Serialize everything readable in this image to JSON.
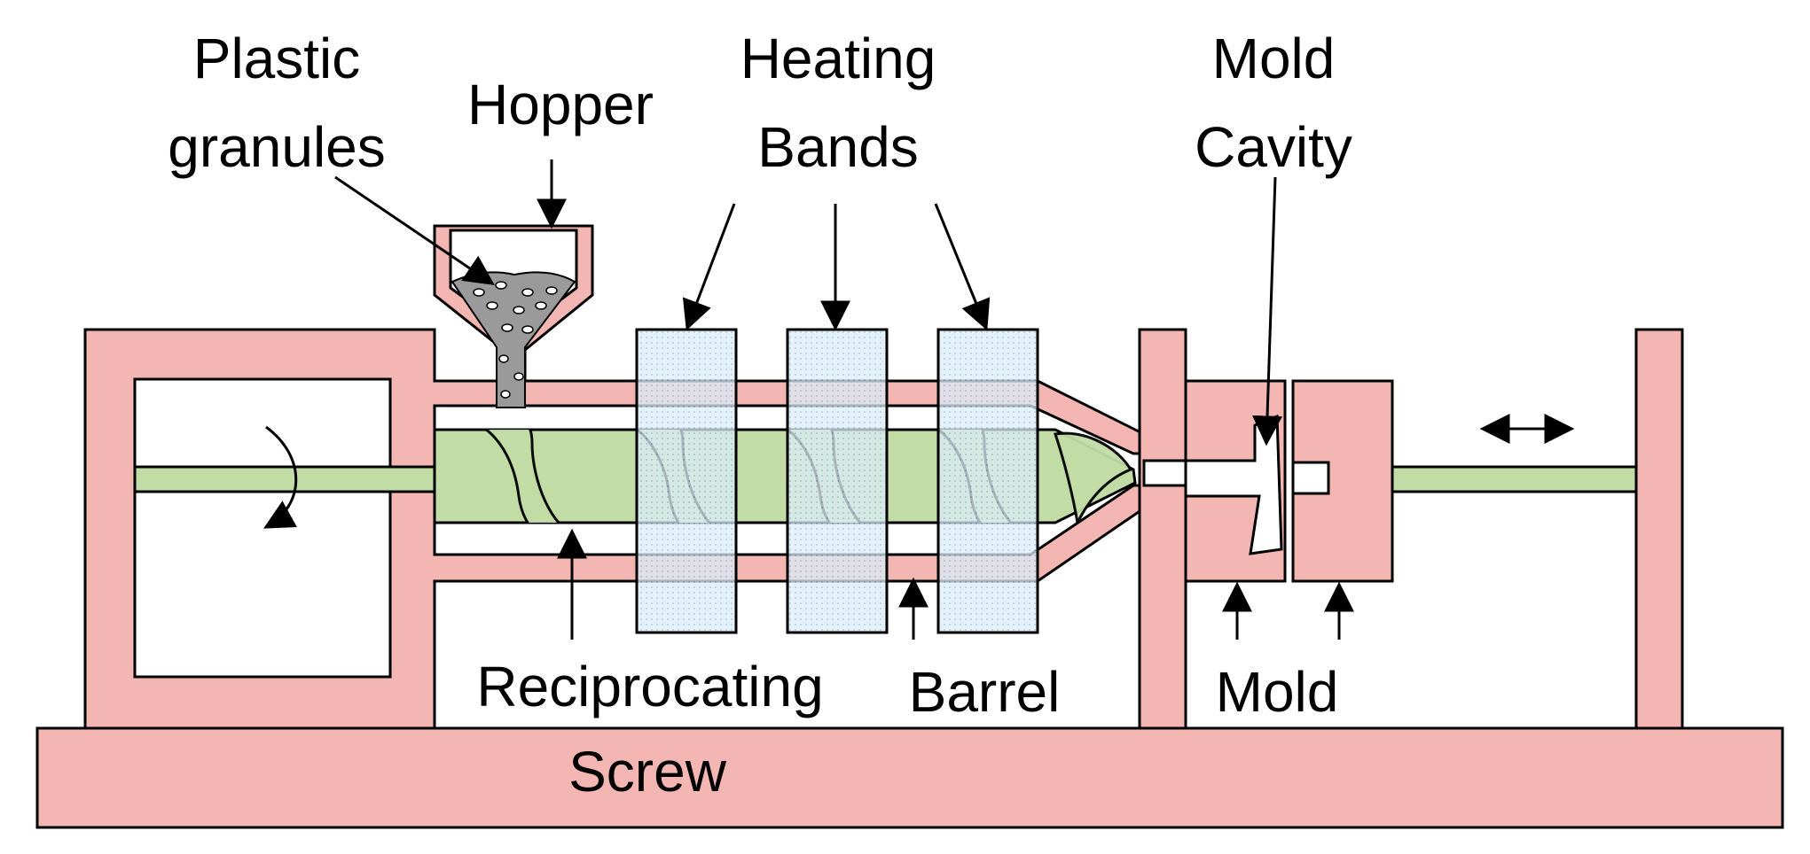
{
  "labels": {
    "plastic_granules_line1": "Plastic",
    "plastic_granules_line2": "granules",
    "hopper": "Hopper",
    "heating_bands_line1": "Heating",
    "heating_bands_line2": "Bands",
    "mold_cavity_line1": "Mold",
    "mold_cavity_line2": "Cavity",
    "reciprocating": "Reciprocating",
    "screw": "Screw",
    "barrel": "Barrel",
    "mold": "Mold"
  },
  "colors": {
    "frame": "#f4b6b2",
    "screw": "#c2dca6",
    "heating_band": "#dcecf6",
    "granules": "#9a9a9a",
    "outline": "#000000"
  }
}
